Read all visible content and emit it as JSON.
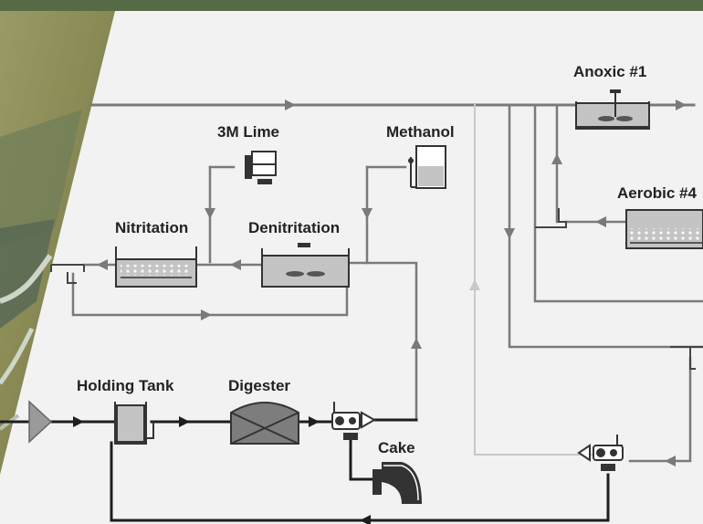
{
  "labels": {
    "anoxic": "Anoxic #1",
    "aerobic": "Aerobic #4",
    "lime": "3M Lime",
    "methanol": "Methanol",
    "nitritation": "Nitritation",
    "denitritation": "Denitritation",
    "holding_tank": "Holding Tank",
    "digester": "Digester",
    "cake": "Cake"
  },
  "colors": {
    "header_band": "#566b45",
    "background": "#f2f2f2",
    "pipe": "#7a7a7a",
    "pipe_dark": "#1e1e1e",
    "pipe_light": "#c8c8c8",
    "tank_fill": "#c4c4c4",
    "aerial_grass": "#8a8a55"
  },
  "icons": [
    "mixer-icon",
    "diffuser-bubbles-icon",
    "pump-icon",
    "chemical-feed-icon",
    "splitter-icon",
    "influent-triangle-icon",
    "dewatering-cake-icon"
  ]
}
